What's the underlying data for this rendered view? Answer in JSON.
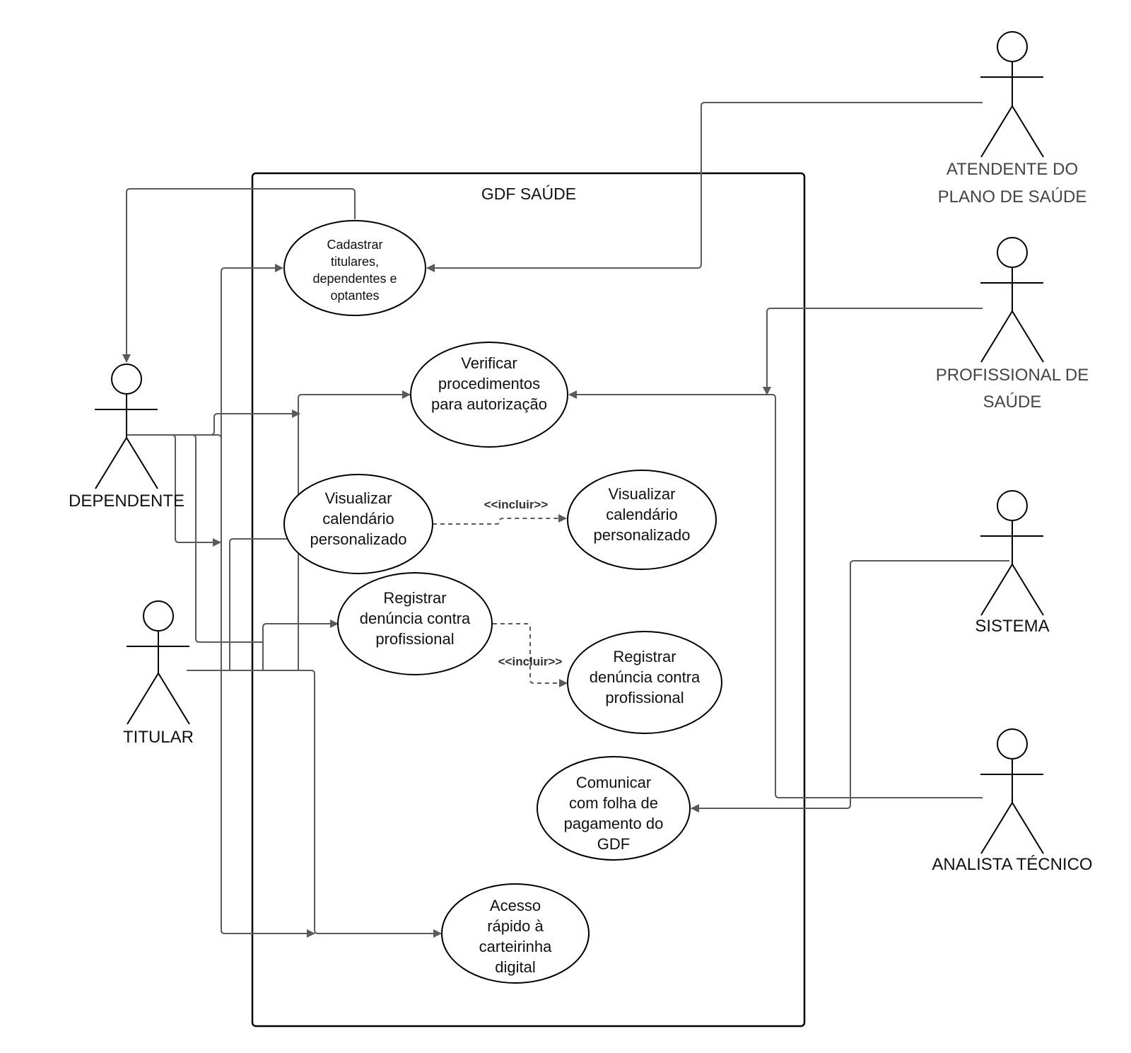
{
  "system": {
    "title": "GDF SAÚDE"
  },
  "actors": {
    "atendente": [
      "ATENDENTE DO",
      "PLANO DE SAÚDE"
    ],
    "profissional": [
      "PROFISSIONAL DE",
      "SAÚDE"
    ],
    "sistema": [
      "SISTEMA"
    ],
    "analista": [
      "ANALISTA TÉCNICO"
    ],
    "dependente": [
      "DEPENDENTE"
    ],
    "titular": [
      "TITULAR"
    ]
  },
  "use_cases": {
    "cadastrar": [
      "Cadastrar",
      "titulares,",
      "dependentes e",
      "optantes"
    ],
    "verificar": [
      "Verificar",
      "procedimentos",
      "para autorização"
    ],
    "calendario": [
      "Visualizar",
      "calendário",
      "personalizado"
    ],
    "calendario_incl": [
      "Visualizar",
      "calendário",
      "personalizado"
    ],
    "denuncia": [
      "Registrar",
      "denúncia contra",
      "profissional"
    ],
    "denuncia_incl": [
      "Registrar",
      "denúncia contra",
      "profissional"
    ],
    "comunicar": [
      "Comunicar",
      "com folha de",
      "pagamento do",
      "GDF"
    ],
    "acesso": [
      "Acesso",
      "rápido à",
      "carteirinha",
      "digital"
    ]
  },
  "relations": {
    "include_1": "<<incluir>>",
    "include_2": "<<incluir>>"
  }
}
